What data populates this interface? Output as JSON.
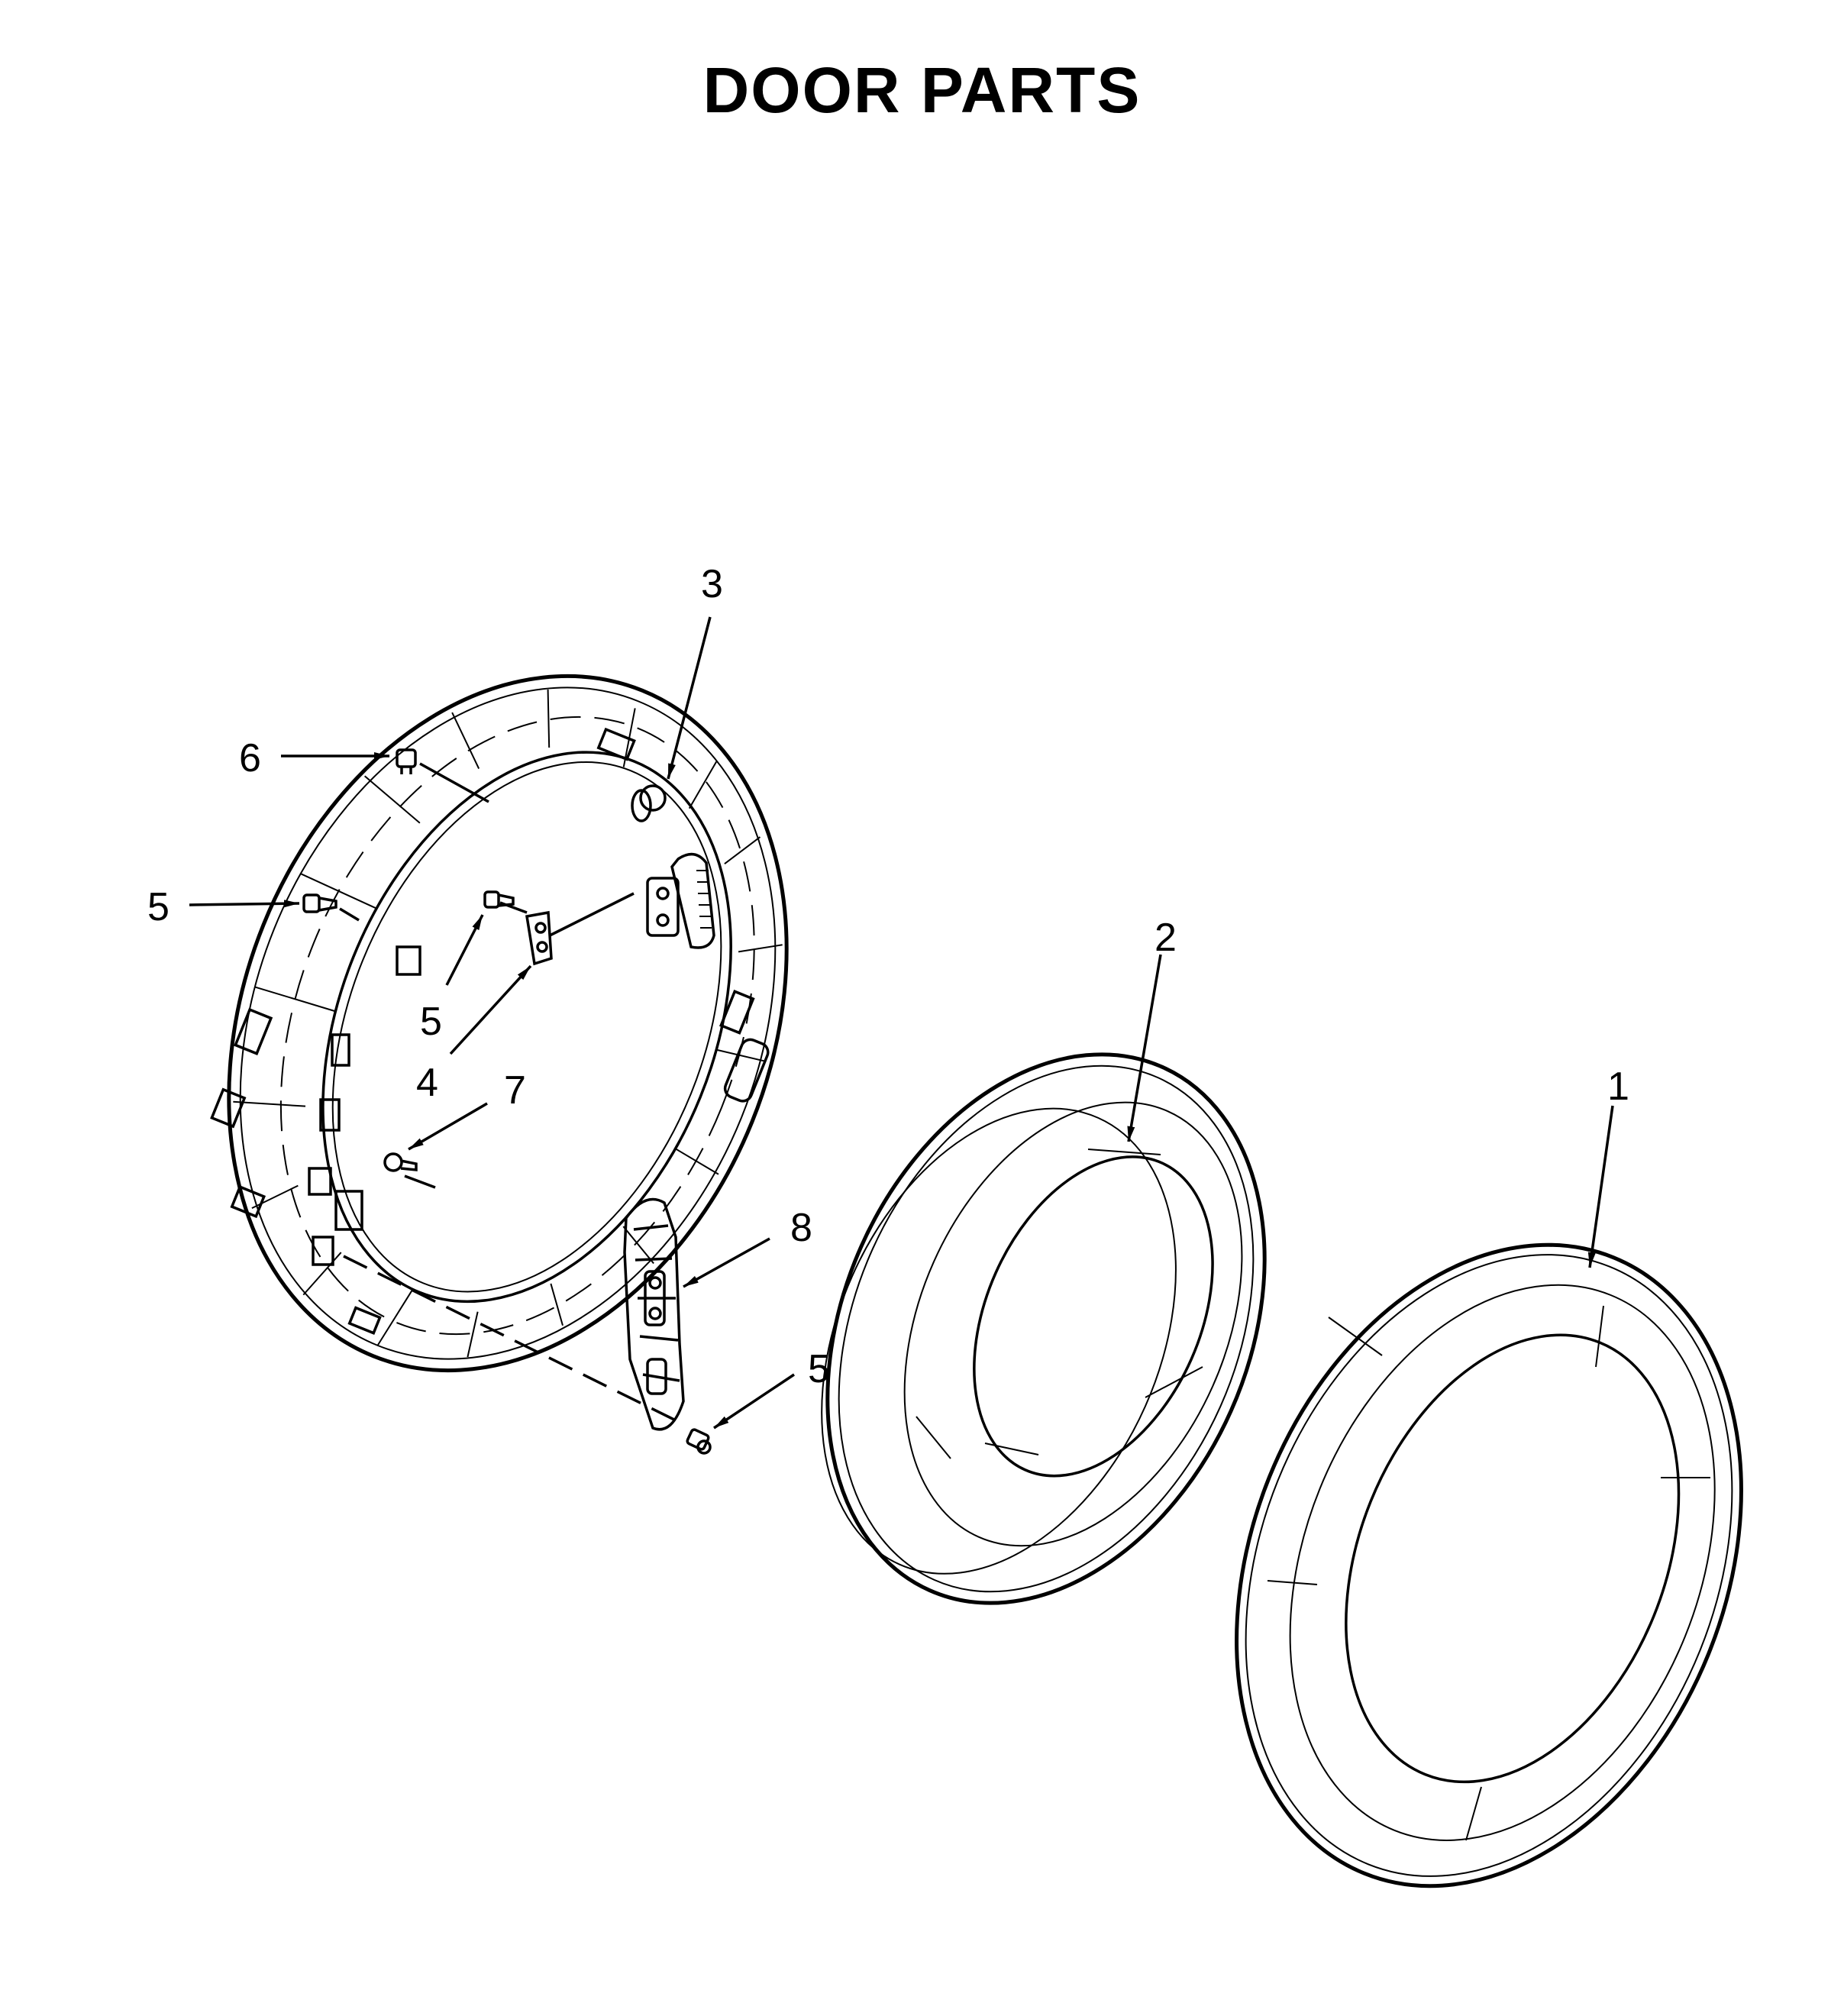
{
  "title": "DOOR PARTS",
  "callouts": {
    "c1": "1",
    "c2": "2",
    "c3": "3",
    "c4": "4",
    "c5a": "5",
    "c5b": "5",
    "c5c": "5",
    "c6": "6",
    "c7": "7",
    "c8": "8"
  },
  "colors": {
    "line": "#000000",
    "background": "#ffffff"
  }
}
